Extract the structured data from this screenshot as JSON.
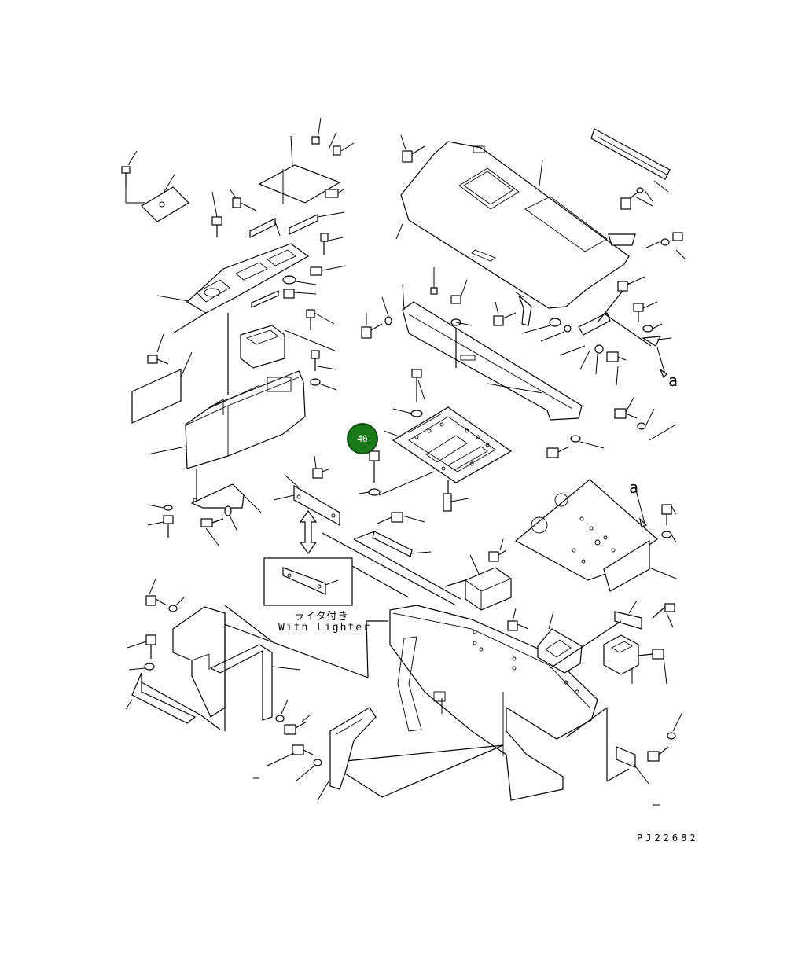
{
  "diagram": {
    "drawing_number": "PJ22682",
    "callout": {
      "number": "46",
      "color": "#1a7a1a"
    },
    "lighter_note": {
      "japanese": "ライタ付き",
      "english": "With Lighter"
    },
    "reference_labels": {
      "upper": "a",
      "lower": "a"
    }
  }
}
